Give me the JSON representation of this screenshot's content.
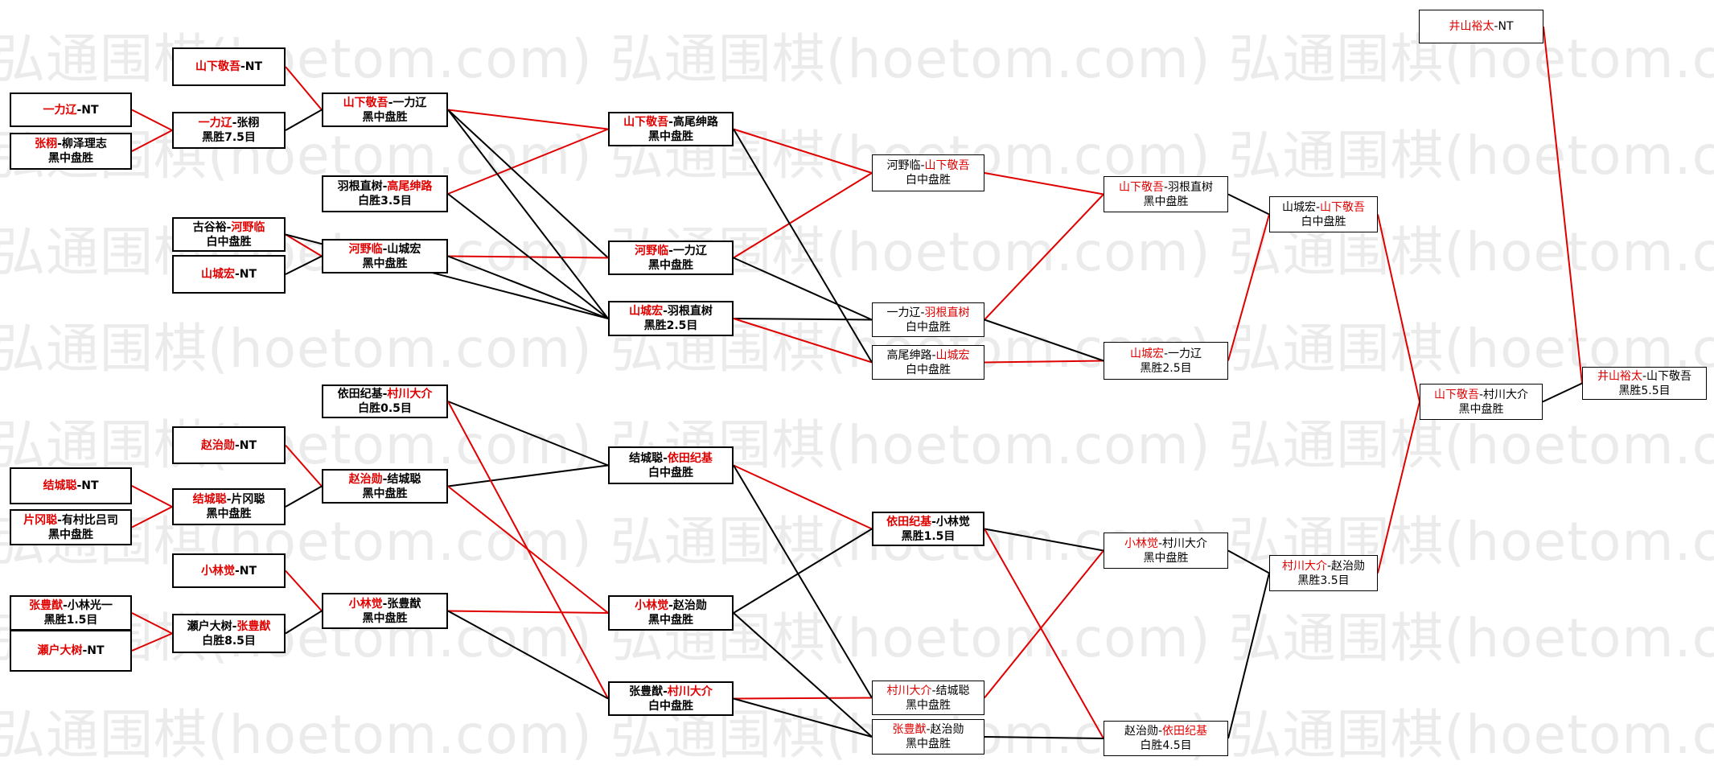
{
  "watermark": {
    "text": "弘通围棋(hoetom.com) 弘通围棋(hoetom.com) 弘通围棋(hoetom.com) 弘通围棋(hoetom.com) 弘通围棋(hoetom.com)"
  },
  "colors": {
    "winner": "#e00000",
    "loser": "#000000",
    "win_line": "#e00000",
    "loss_line": "#000000"
  },
  "matches": [
    {
      "id": "m1",
      "p1": "一力辽",
      "p2": "NT",
      "winner": 1,
      "result": ""
    },
    {
      "id": "m2",
      "p1": "张栩",
      "p2": "柳泽理志",
      "winner": 1,
      "result": "黑中盘胜"
    },
    {
      "id": "m3",
      "p1": "张豊猷",
      "p2": "小林光一",
      "winner": 1,
      "result": "黑胜1.5目"
    },
    {
      "id": "m4",
      "p1": "片冈聪",
      "p2": "有村比吕司",
      "winner": 1,
      "result": "黑中盘胜"
    },
    {
      "id": "m5",
      "p1": "瀬户大树",
      "p2": "NT",
      "winner": 1,
      "result": ""
    },
    {
      "id": "m6",
      "p1": "结城聪",
      "p2": "NT",
      "winner": 1,
      "result": ""
    },
    {
      "id": "m7",
      "p1": "山下敬吾",
      "p2": "NT",
      "winner": 1,
      "result": ""
    },
    {
      "id": "m8",
      "p1": "一力辽",
      "p2": "张栩",
      "winner": 1,
      "result": "黑胜7.5目"
    },
    {
      "id": "m9",
      "p1": "羽根直树",
      "p2": "高尾绅路",
      "winner": 2,
      "result": "白胜3.5目"
    },
    {
      "id": "m10",
      "p1": "古谷裕",
      "p2": "河野临",
      "winner": 2,
      "result": "白中盘胜"
    },
    {
      "id": "m11",
      "p1": "山城宏",
      "p2": "NT",
      "winner": 1,
      "result": ""
    },
    {
      "id": "m12",
      "p1": "依田纪基",
      "p2": "村川大介",
      "winner": 2,
      "result": "白胜0.5目"
    },
    {
      "id": "m13",
      "p1": "赵治勋",
      "p2": "NT",
      "winner": 1,
      "result": ""
    },
    {
      "id": "m14",
      "p1": "结城聪",
      "p2": "片冈聪",
      "winner": 1,
      "result": "黑中盘胜"
    },
    {
      "id": "m15",
      "p1": "小林觉",
      "p2": "NT",
      "winner": 1,
      "result": ""
    },
    {
      "id": "m16",
      "p1": "瀬户大树",
      "p2": "张豊猷",
      "winner": 2,
      "result": "白胜8.5目"
    },
    {
      "id": "m17",
      "p1": "山下敬吾",
      "p2": "一力辽",
      "winner": 1,
      "result": "黑中盘胜"
    },
    {
      "id": "m18",
      "p1": "河野临",
      "p2": "山城宏",
      "winner": 1,
      "result": "黑中盘胜"
    },
    {
      "id": "m19",
      "p1": "赵治勋",
      "p2": "结城聪",
      "winner": 1,
      "result": "黑中盘胜"
    },
    {
      "id": "m20",
      "p1": "小林觉",
      "p2": "张豊猷",
      "winner": 1,
      "result": "黑中盘胜"
    },
    {
      "id": "m21",
      "p1": "山下敬吾",
      "p2": "高尾绅路",
      "winner": 1,
      "result": "黑中盘胜"
    },
    {
      "id": "m22",
      "p1": "河野临",
      "p2": "一力辽",
      "winner": 1,
      "result": "黑中盘胜"
    },
    {
      "id": "m23",
      "p1": "山城宏",
      "p2": "羽根直树",
      "winner": 1,
      "result": "黑胜2.5目"
    },
    {
      "id": "m24",
      "p1": "结城聪",
      "p2": "依田纪基",
      "winner": 2,
      "result": "白中盘胜"
    },
    {
      "id": "m25",
      "p1": "小林觉",
      "p2": "赵治勋",
      "winner": 1,
      "result": "黑中盘胜"
    },
    {
      "id": "m26",
      "p1": "张豊猷",
      "p2": "村川大介",
      "winner": 2,
      "result": "白中盘胜"
    },
    {
      "id": "m27",
      "p1": "河野临",
      "p2": "山下敬吾",
      "winner": 2,
      "result": "白中盘胜"
    },
    {
      "id": "m28",
      "p1": "一力辽",
      "p2": "羽根直树",
      "winner": 2,
      "result": "白中盘胜"
    },
    {
      "id": "m29",
      "p1": "高尾绅路",
      "p2": "山城宏",
      "winner": 2,
      "result": "白中盘胜"
    },
    {
      "id": "m30",
      "p1": "依田纪基",
      "p2": "小林觉",
      "winner": 1,
      "result": "黑胜1.5目"
    },
    {
      "id": "m31",
      "p1": "村川大介",
      "p2": "结城聪",
      "winner": 1,
      "result": "黑中盘胜"
    },
    {
      "id": "m32",
      "p1": "张豊猷",
      "p2": "赵治勋",
      "winner": 1,
      "result": "黑中盘胜"
    },
    {
      "id": "m33",
      "p1": "山下敬吾",
      "p2": "羽根直树",
      "winner": 1,
      "result": "黑中盘胜"
    },
    {
      "id": "m34",
      "p1": "山城宏",
      "p2": "一力辽",
      "winner": 1,
      "result": "黑胜2.5目"
    },
    {
      "id": "m35",
      "p1": "小林觉",
      "p2": "村川大介",
      "winner": 1,
      "result": "黑中盘胜"
    },
    {
      "id": "m36",
      "p1": "赵治勋",
      "p2": "依田纪基",
      "winner": 2,
      "result": "白胜4.5目"
    },
    {
      "id": "m37",
      "p1": "山城宏",
      "p2": "山下敬吾",
      "winner": 2,
      "result": "白中盘胜"
    },
    {
      "id": "m38",
      "p1": "村川大介",
      "p2": "赵治勋",
      "winner": 1,
      "result": "黑胜3.5目"
    },
    {
      "id": "m39",
      "p1": "山下敬吾",
      "p2": "村川大介",
      "winner": 1,
      "result": "黑中盘胜"
    },
    {
      "id": "m40",
      "p1": "井山裕太",
      "p2": "NT",
      "winner": 1,
      "result": ""
    },
    {
      "id": "m41",
      "p1": "井山裕太",
      "p2": "山下敬吾",
      "winner": 1,
      "result": "黑胜5.5目"
    }
  ]
}
